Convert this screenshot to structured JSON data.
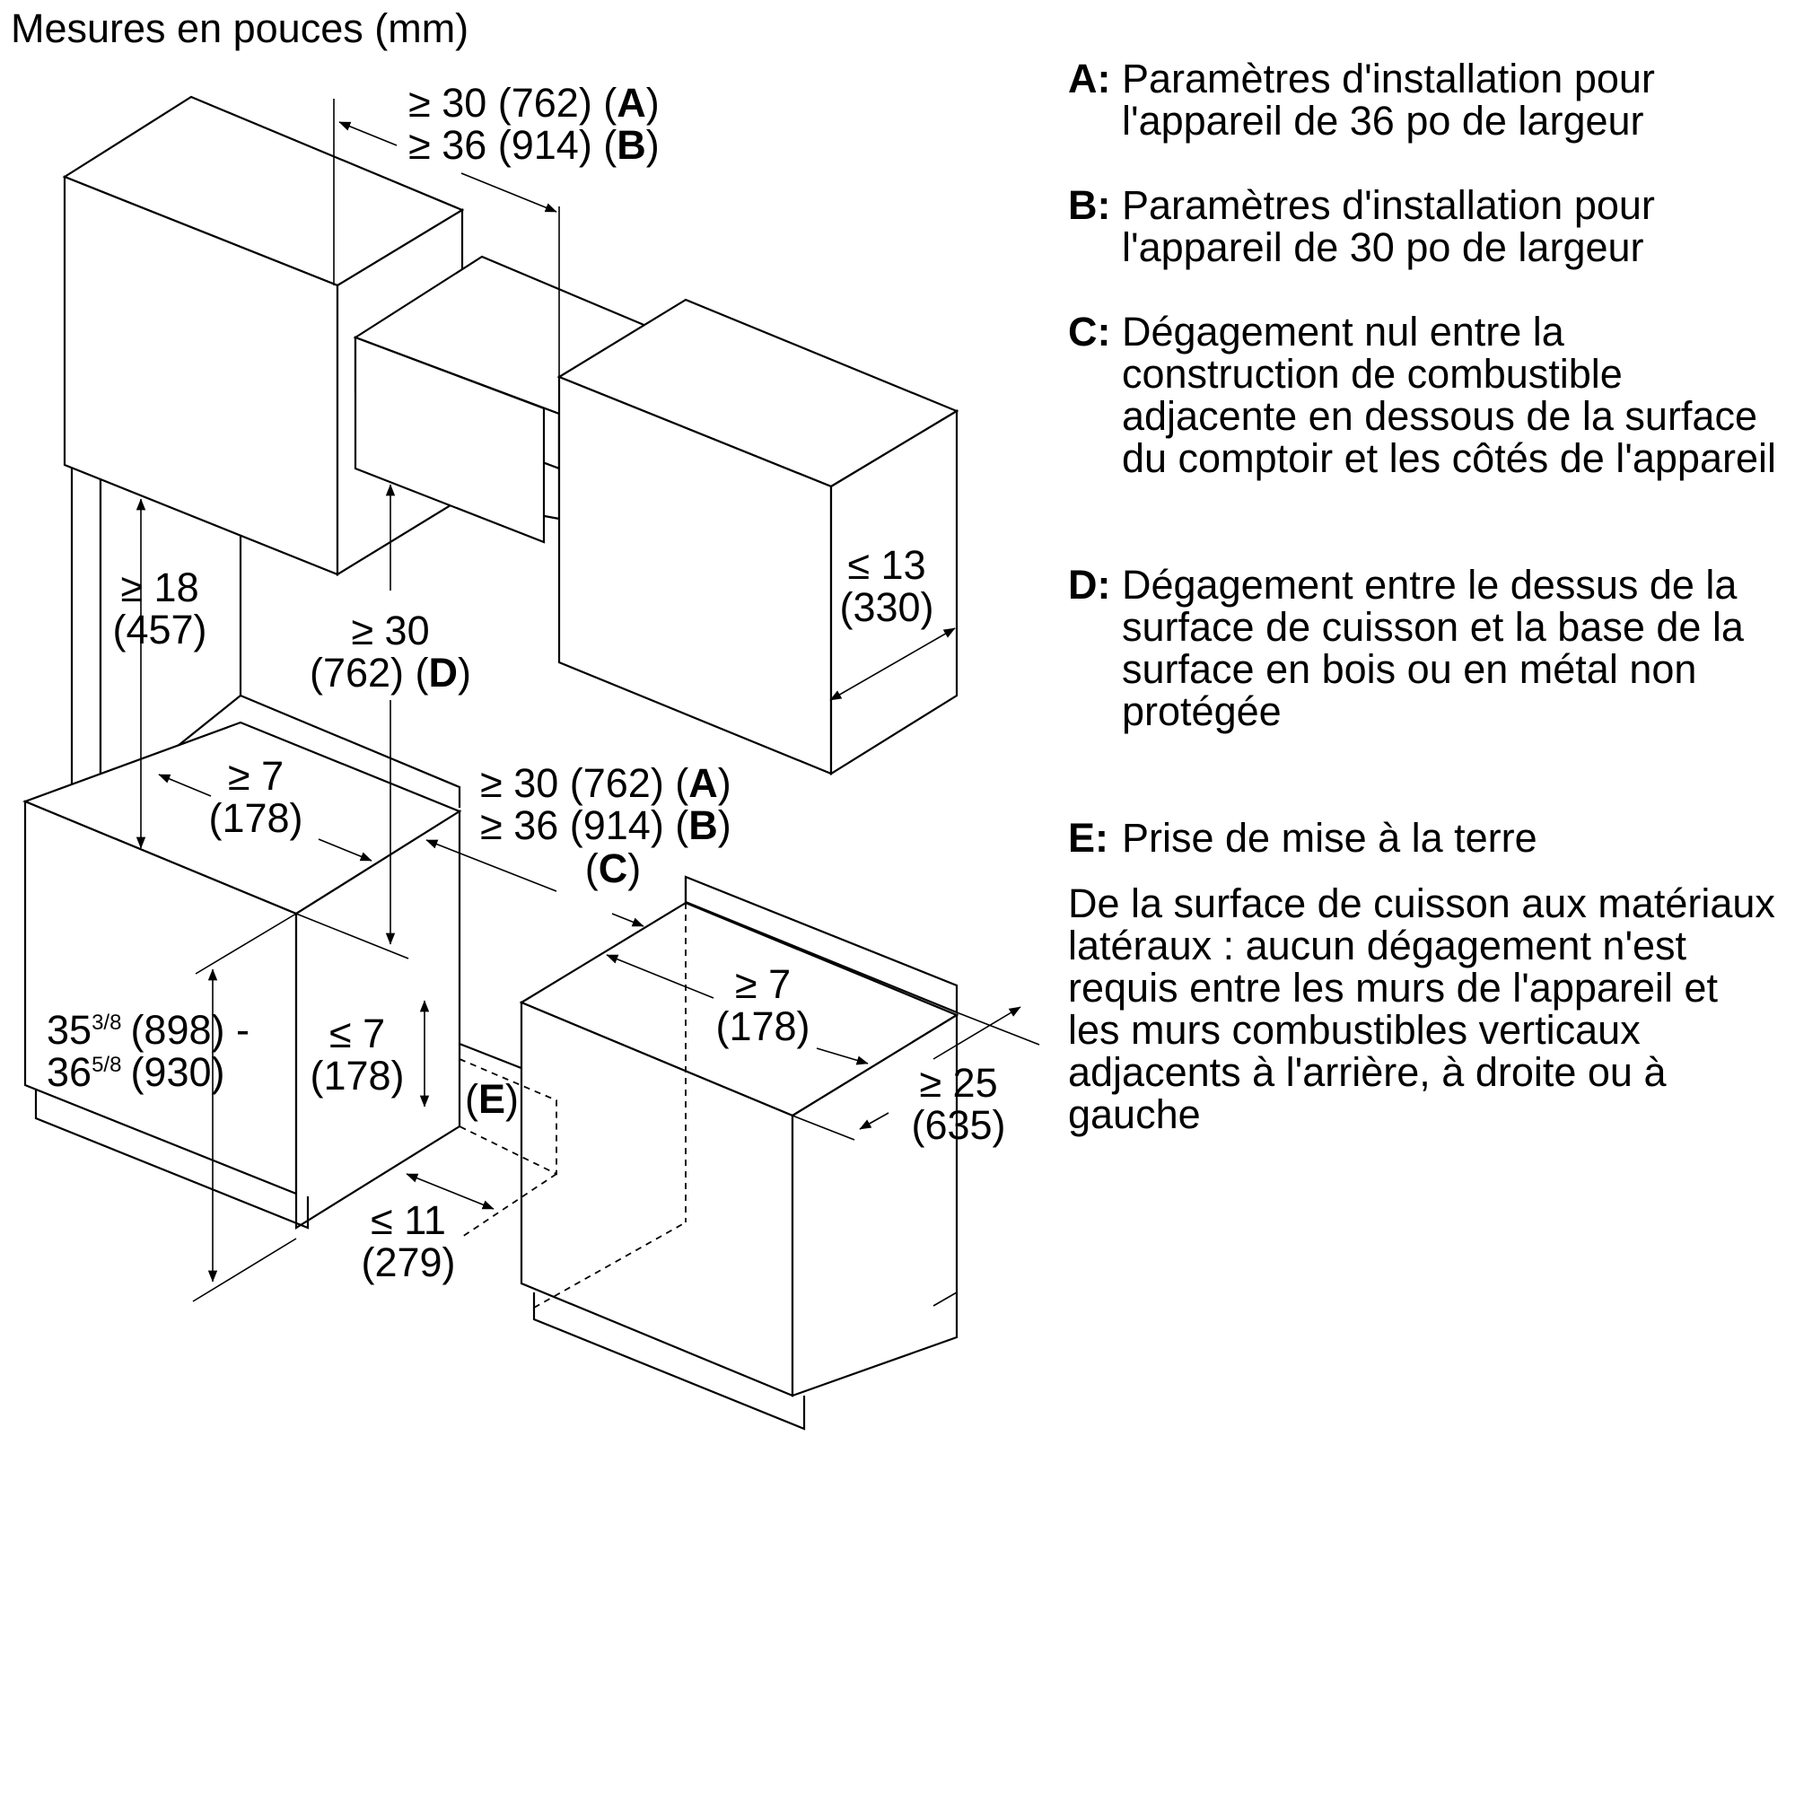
{
  "header": {
    "units": "Mesures en pouces (mm)"
  },
  "labels": {
    "top_a": "≥ 30 (762) (",
    "top_a_key": "A",
    "top_a_close": ")",
    "top_b": "≥ 36 (914) (",
    "top_b_key": "B",
    "top_b_close": ")",
    "left_clear_1": "≥ 18",
    "left_clear_2": "(457)",
    "hood_clear_1": "≥ 30",
    "hood_clear_2": "(762) (",
    "hood_clear_key": "D",
    "hood_clear_close": ")",
    "depth_13_1": "≤ 13",
    "depth_13_2": "(330)",
    "left_side_1": "≥ 7",
    "left_side_2": "(178)",
    "mid_a": "≥ 30 (762) (",
    "mid_a_key": "A",
    "mid_a_close": ")",
    "mid_b": "≥ 36 (914) (",
    "mid_b_key": "B",
    "mid_b_close": ")",
    "mid_c_open": "(",
    "mid_c_key": "C",
    "mid_c_close": ")",
    "right_side_1": "≥ 7",
    "right_side_2": "(178)",
    "depth_25_1": "≥ 25",
    "depth_25_2": "(635)",
    "height_1_int": "35",
    "height_1_frac": "3/8",
    "height_1_mm": "(898) -",
    "height_2_int": "36",
    "height_2_frac": "5/8",
    "height_2_mm": "(930)",
    "outlet_h_1": "≤ 7",
    "outlet_h_2": "(178)",
    "outlet_key_open": "(",
    "outlet_key": "E",
    "outlet_key_close": ")",
    "outlet_w_1": "≤ 11",
    "outlet_w_2": "(279)"
  },
  "legend": {
    "items": [
      {
        "key": "A:",
        "text": "Paramètres d'installation pour l'appareil de 36 po de largeur"
      },
      {
        "key": "B:",
        "text": "Paramètres d'installation pour l'appareil de 30 po de largeur"
      },
      {
        "key": "C:",
        "text": "Dégagement nul entre la construction de combustible adjacente en dessous de la surface du comptoir et les côtés de l'appareil"
      },
      {
        "key": "D:",
        "text": "Dégagement entre le dessus de la surface de cuisson et la base de la surface en bois ou en métal non protégée"
      },
      {
        "key": "E:",
        "text": "Prise de mise à la terre"
      }
    ],
    "note": "De la surface de cuisson aux matériaux latéraux : aucun dégagement n'est requis entre les murs de l'appareil et les murs combustibles verticaux adjacents à l'arrière, à droite ou à gauche"
  }
}
